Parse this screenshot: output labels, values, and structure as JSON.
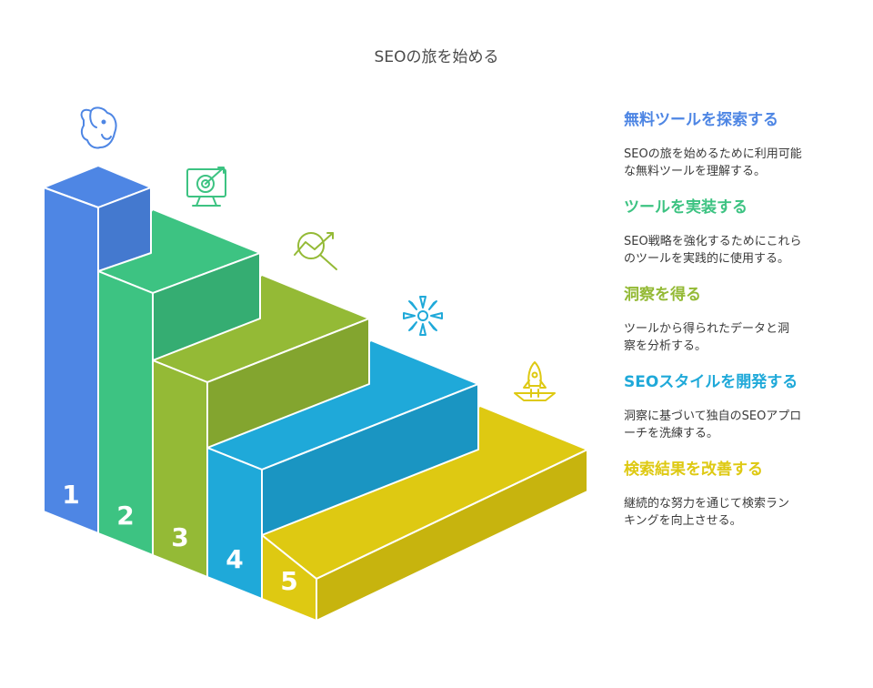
{
  "title": "SEOの旅を始める",
  "steps": [
    {
      "number": "1",
      "heading": "無料ツールを探索する",
      "description": "SEOの旅を始めるために利用可能\nな無料ツールを理解する。",
      "color": "#4E86E4",
      "icon": "elephant-icon"
    },
    {
      "number": "2",
      "heading": "ツールを実装する",
      "description": "SEO戦略を強化するためにこれら\nのツールを実践的に使用する。",
      "color": "#3DC382",
      "icon": "monitor-target-icon"
    },
    {
      "number": "3",
      "heading": "洞察を得る",
      "description": "ツールから得られたデータと洞\n察を分析する。",
      "color": "#94BA36",
      "icon": "magnifier-chart-icon"
    },
    {
      "number": "4",
      "heading": "SEOスタイルを開発する",
      "description": "洞察に基づいて独自のSEOアプロ\nーチを洗練する。",
      "color": "#1FA9D9",
      "icon": "asterisk-icon"
    },
    {
      "number": "5",
      "heading": "検索結果を改善する",
      "description": "継続的な努力を通じて検索ラン\nキングを向上させる。",
      "color": "#DEC912",
      "icon": "rocket-icon"
    }
  ]
}
